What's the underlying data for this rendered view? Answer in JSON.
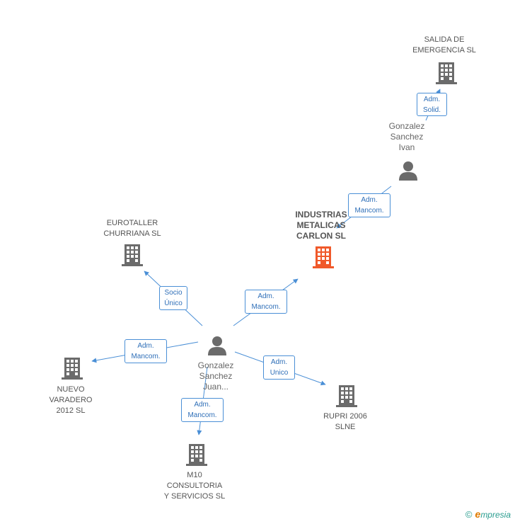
{
  "nodes": [
    {
      "id": "salida",
      "kind": "company",
      "label": "SALIDA DE\nEMERGENCIA SL",
      "focus": false
    },
    {
      "id": "ivan",
      "kind": "person",
      "label": "Gonzalez\nSanchez\nIvan"
    },
    {
      "id": "industrias",
      "kind": "company",
      "label": "INDUSTRIAS\nMETALICAS\nCARLON SL",
      "focus": true
    },
    {
      "id": "eurotaller",
      "kind": "company",
      "label": "EUROTALLER\nCHURRIANA  SL",
      "focus": false
    },
    {
      "id": "juan",
      "kind": "person",
      "label": "Gonzalez\nSanchez\nJuan..."
    },
    {
      "id": "nuevo",
      "kind": "company",
      "label": "NUEVO\nVARADERO\n2012 SL",
      "focus": false
    },
    {
      "id": "rupri",
      "kind": "company",
      "label": "RUPRI 2006\nSLNE",
      "focus": false
    },
    {
      "id": "m10",
      "kind": "company",
      "label": "M10\nCONSULTORIA\nY SERVICIOS SL",
      "focus": false
    }
  ],
  "edges": [
    {
      "id": "e1",
      "label": "Adm.\nSolid."
    },
    {
      "id": "e2",
      "label": "Adm.\nMancom."
    },
    {
      "id": "e3",
      "label": "Socio\nÚnico"
    },
    {
      "id": "e4",
      "label": "Adm.\nMancom."
    },
    {
      "id": "e5",
      "label": "Adm.\nMancom."
    },
    {
      "id": "e6",
      "label": "Adm.\nUnico"
    },
    {
      "id": "e7",
      "label": "Adm.\nMancom."
    }
  ],
  "colors": {
    "company": "#6b6b6b",
    "focus_company": "#f0592a",
    "person": "#6b6b6b",
    "edge": "#4a8fd6",
    "edge_text": "#2f6fb8"
  },
  "brand": {
    "copyright": "©",
    "initial": "e",
    "name": "mpresia"
  }
}
